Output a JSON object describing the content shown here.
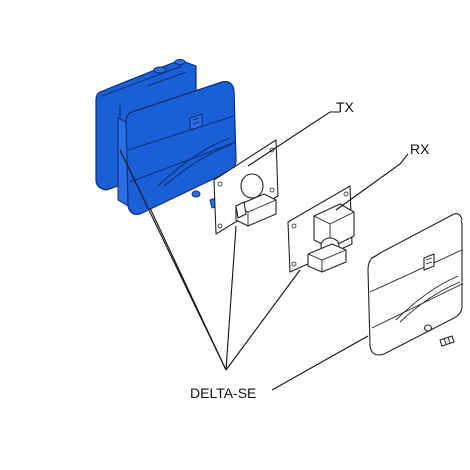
{
  "labels": {
    "tx": "TX",
    "rx": "RX",
    "model": "DELTA-SE"
  },
  "colors": {
    "housing_highlight": "#1a5fd6",
    "outline": "#222222"
  }
}
